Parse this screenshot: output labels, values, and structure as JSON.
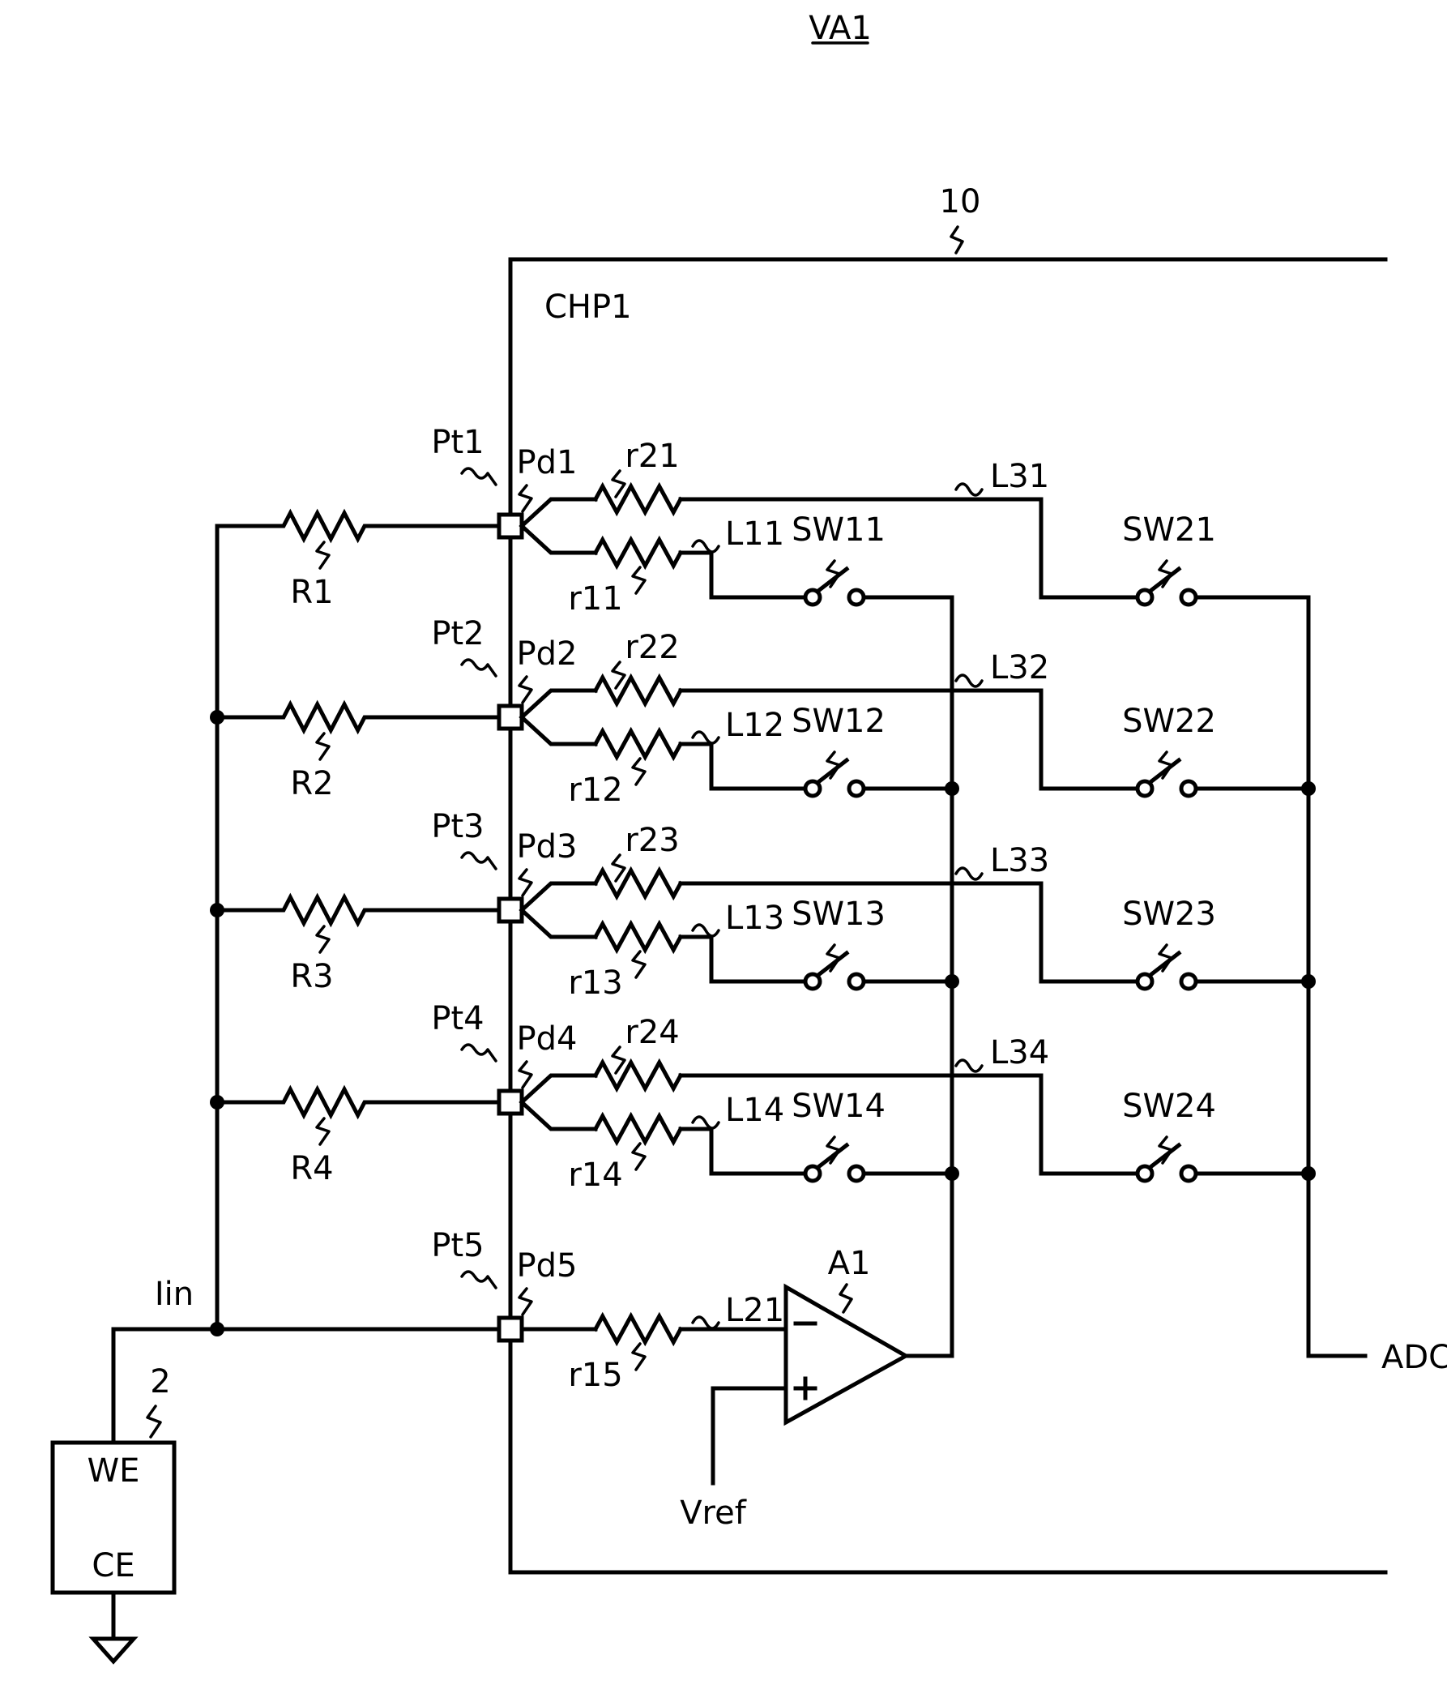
{
  "figure_title": "VA1",
  "chip": {
    "ref_number": "10",
    "name": "CHP1"
  },
  "terminals": [
    "Pt1",
    "Pt2",
    "Pt3",
    "Pt4",
    "Pt5"
  ],
  "pads": [
    "Pd1",
    "Pd2",
    "Pd3",
    "Pd4",
    "Pd5"
  ],
  "external_resistors": [
    "R1",
    "R2",
    "R3",
    "R4"
  ],
  "upper_resistors": [
    "r21",
    "r22",
    "r23",
    "r24"
  ],
  "lower_resistors": [
    "r11",
    "r12",
    "r13",
    "r14"
  ],
  "feedback_resistor": "r15",
  "upper_lines": [
    "L31",
    "L32",
    "L33",
    "L34"
  ],
  "lower_lines": [
    "L11",
    "L12",
    "L13",
    "L14"
  ],
  "amp_line": "L21",
  "switches_a": [
    "SW11",
    "SW12",
    "SW13",
    "SW14"
  ],
  "switches_b": [
    "SW21",
    "SW22",
    "SW23",
    "SW24"
  ],
  "amplifier": {
    "name": "A1",
    "minus": "−",
    "plus": "+"
  },
  "current_label": "Iin",
  "reference_voltage": "Vref",
  "output_label": "ADC",
  "sensor": {
    "ref_number": "2",
    "we": "WE",
    "ce": "CE"
  }
}
